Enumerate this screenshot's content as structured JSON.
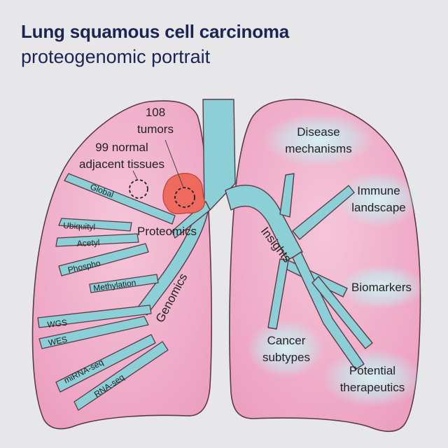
{
  "title": "Lung squamous cell carcinoma",
  "subtitle": "proteogenomic portrait",
  "tumor_label": [
    "108",
    "tumors"
  ],
  "normal_label": [
    "99 normal",
    "adjacent tissues"
  ],
  "proteomics": {
    "label": "Proteomics",
    "branches": [
      "Global",
      "Ubiquityl",
      "Acetyl",
      "Phospho"
    ]
  },
  "genomics": {
    "label": "Genomics",
    "branches": [
      "Methylation",
      "WGS",
      "WES",
      "miRNA-seq",
      "RNA-seq"
    ]
  },
  "insights": {
    "label": "Insights",
    "items": [
      [
        "Disease",
        "mechanisms"
      ],
      [
        "Immune",
        "landscape"
      ],
      [
        "Biomarkers"
      ],
      [
        "Cancer",
        "subtypes"
      ],
      [
        "Potential",
        "therapeutics"
      ]
    ]
  },
  "colors": {
    "title": "#1c2452",
    "lung_fill": "#f1b6cf",
    "lung_stroke": "#5a3a46",
    "airway": "#8ccfd7",
    "tumor": "#ef6a5e",
    "glow": "#c9eef2",
    "text": "#222222"
  }
}
